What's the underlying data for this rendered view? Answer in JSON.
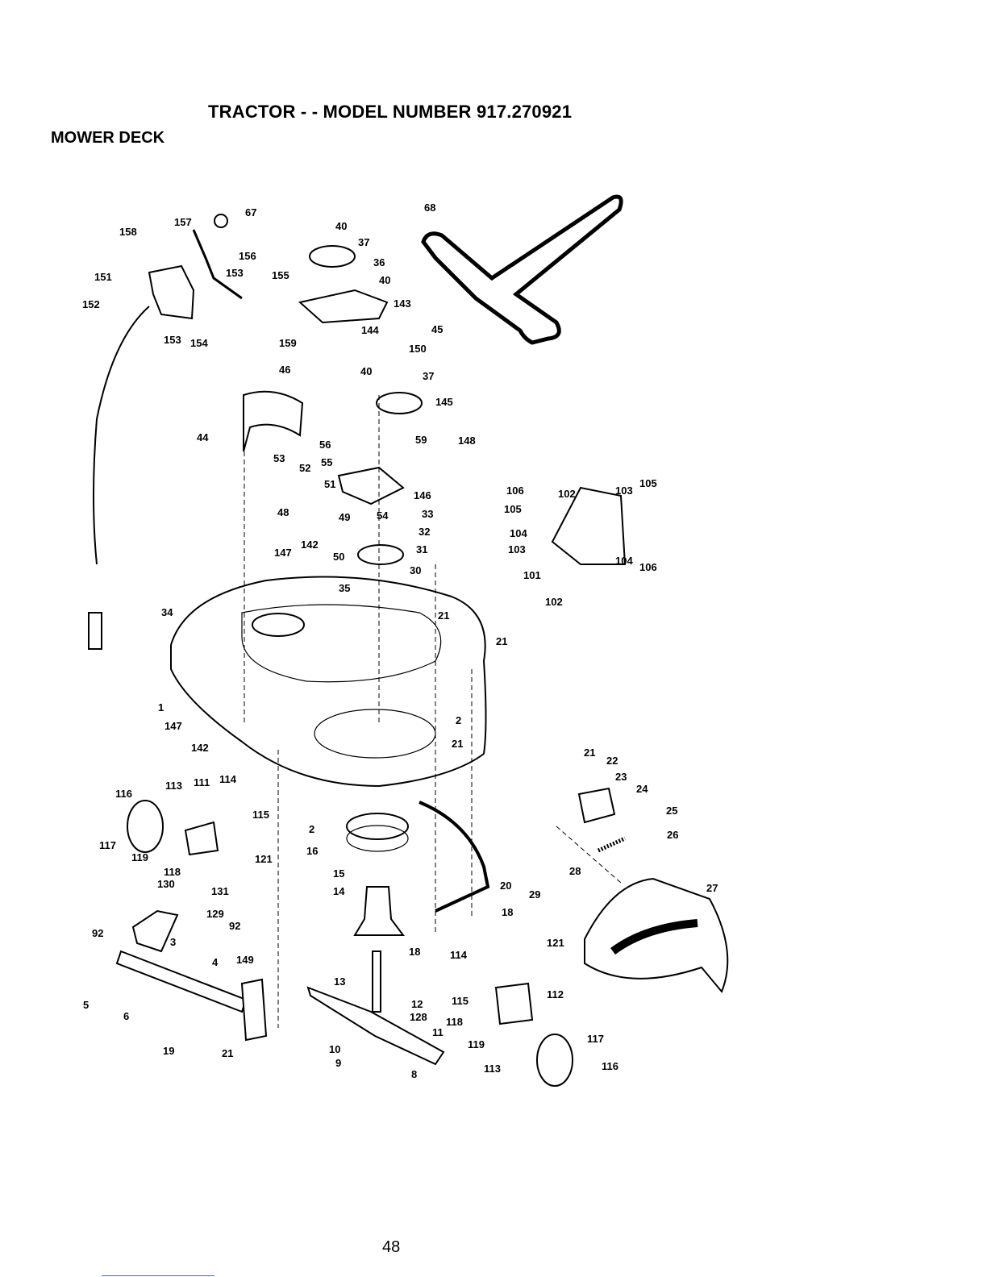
{
  "header": {
    "title": "TRACTOR - - MODEL NUMBER 917.270921",
    "section": "MOWER DECK"
  },
  "footer": {
    "page_number": "48"
  },
  "callouts": [
    {
      "id": "67"
    },
    {
      "id": "157"
    },
    {
      "id": "158"
    },
    {
      "id": "156"
    },
    {
      "id": "151"
    },
    {
      "id": "153"
    },
    {
      "id": "155"
    },
    {
      "id": "152"
    },
    {
      "id": "153"
    },
    {
      "id": "154"
    },
    {
      "id": "40"
    },
    {
      "id": "37"
    },
    {
      "id": "36"
    },
    {
      "id": "40"
    },
    {
      "id": "143"
    },
    {
      "id": "144"
    },
    {
      "id": "159"
    },
    {
      "id": "68"
    },
    {
      "id": "45"
    },
    {
      "id": "150"
    },
    {
      "id": "40"
    },
    {
      "id": "37"
    },
    {
      "id": "145"
    },
    {
      "id": "46"
    },
    {
      "id": "44"
    },
    {
      "id": "56"
    },
    {
      "id": "59"
    },
    {
      "id": "148"
    },
    {
      "id": "55"
    },
    {
      "id": "53"
    },
    {
      "id": "52"
    },
    {
      "id": "51"
    },
    {
      "id": "146"
    },
    {
      "id": "48"
    },
    {
      "id": "54"
    },
    {
      "id": "33"
    },
    {
      "id": "49"
    },
    {
      "id": "32"
    },
    {
      "id": "147"
    },
    {
      "id": "142"
    },
    {
      "id": "50"
    },
    {
      "id": "31"
    },
    {
      "id": "30"
    },
    {
      "id": "35"
    },
    {
      "id": "21"
    },
    {
      "id": "34"
    },
    {
      "id": "21"
    },
    {
      "id": "106"
    },
    {
      "id": "102"
    },
    {
      "id": "103"
    },
    {
      "id": "105"
    },
    {
      "id": "105"
    },
    {
      "id": "104"
    },
    {
      "id": "103"
    },
    {
      "id": "104"
    },
    {
      "id": "106"
    },
    {
      "id": "101"
    },
    {
      "id": "102"
    },
    {
      "id": "1"
    },
    {
      "id": "147"
    },
    {
      "id": "2"
    },
    {
      "id": "21"
    },
    {
      "id": "142"
    },
    {
      "id": "21"
    },
    {
      "id": "22"
    },
    {
      "id": "23"
    },
    {
      "id": "24"
    },
    {
      "id": "25"
    },
    {
      "id": "26"
    },
    {
      "id": "116"
    },
    {
      "id": "113"
    },
    {
      "id": "111"
    },
    {
      "id": "114"
    },
    {
      "id": "115"
    },
    {
      "id": "2"
    },
    {
      "id": "117"
    },
    {
      "id": "119"
    },
    {
      "id": "121"
    },
    {
      "id": "16"
    },
    {
      "id": "118"
    },
    {
      "id": "15"
    },
    {
      "id": "130"
    },
    {
      "id": "131"
    },
    {
      "id": "14"
    },
    {
      "id": "20"
    },
    {
      "id": "28"
    },
    {
      "id": "27"
    },
    {
      "id": "29"
    },
    {
      "id": "129"
    },
    {
      "id": "18"
    },
    {
      "id": "92"
    },
    {
      "id": "92"
    },
    {
      "id": "3"
    },
    {
      "id": "18"
    },
    {
      "id": "114"
    },
    {
      "id": "121"
    },
    {
      "id": "4"
    },
    {
      "id": "149"
    },
    {
      "id": "13"
    },
    {
      "id": "5"
    },
    {
      "id": "6"
    },
    {
      "id": "115"
    },
    {
      "id": "112"
    },
    {
      "id": "12"
    },
    {
      "id": "128"
    },
    {
      "id": "118"
    },
    {
      "id": "11"
    },
    {
      "id": "119"
    },
    {
      "id": "117"
    },
    {
      "id": "19"
    },
    {
      "id": "21"
    },
    {
      "id": "10"
    },
    {
      "id": "9"
    },
    {
      "id": "8"
    },
    {
      "id": "113"
    },
    {
      "id": "116"
    }
  ]
}
